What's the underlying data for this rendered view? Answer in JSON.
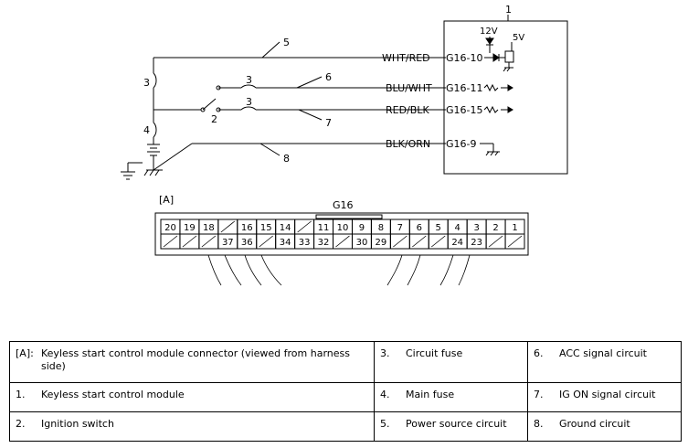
{
  "module": {
    "number": "1",
    "v12": "12V",
    "v5": "5V"
  },
  "wires": [
    {
      "callout": "5",
      "color": "WHT/RED",
      "terminal": "G16-10"
    },
    {
      "callout": "6",
      "color": "BLU/WHT",
      "terminal": "G16-11"
    },
    {
      "callout": "7",
      "color": "RED/BLK",
      "terminal": "G16-15"
    },
    {
      "callout": "8",
      "color": "BLK/ORN",
      "terminal": "G16-9"
    }
  ],
  "callouts": {
    "circuit_fuse": "3",
    "ignition_switch": "2",
    "main_fuse": "4"
  },
  "connector": {
    "tag": "[A]",
    "name": "G16",
    "top_row": [
      "20",
      "19",
      "18",
      "",
      "16",
      "15",
      "14",
      "",
      "11",
      "10",
      "9",
      "8",
      "7",
      "6",
      "5",
      "4",
      "3",
      "2",
      "1"
    ],
    "bottom_row": [
      "",
      "",
      "",
      "37",
      "36",
      "",
      "34",
      "33",
      "32",
      "",
      "30",
      "29",
      "",
      "",
      "",
      "24",
      "23",
      "",
      ""
    ]
  },
  "legend": [
    [
      {
        "num": "[A]:",
        "text": "Keyless start control module connector (viewed from harness side)"
      },
      {
        "num": "3.",
        "text": "Circuit fuse"
      },
      {
        "num": "6.",
        "text": "ACC signal circuit"
      }
    ],
    [
      {
        "num": "1.",
        "text": "Keyless start control module"
      },
      {
        "num": "4.",
        "text": "Main fuse"
      },
      {
        "num": "7.",
        "text": "IG ON signal circuit"
      }
    ],
    [
      {
        "num": "2.",
        "text": "Ignition switch"
      },
      {
        "num": "5.",
        "text": "Power source circuit"
      },
      {
        "num": "8.",
        "text": "Ground circuit"
      }
    ]
  ]
}
